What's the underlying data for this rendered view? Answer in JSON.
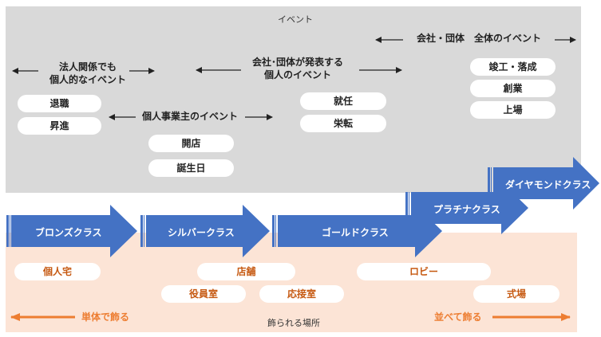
{
  "colors": {
    "event_panel": "#d9d9d9",
    "place_panel": "#fce4d6",
    "arrow_blue": "#4472c4",
    "place_accent": "#ed7d31"
  },
  "events": {
    "title": "イベント",
    "personal_label": [
      "法人関係でも",
      "個人的なイベント"
    ],
    "company_personal_label": [
      "会社･団体が発表する",
      "個人のイベント"
    ],
    "sole_proprietor_label": "個人事業主のイベント",
    "company_label": "会社・団体　全体のイベント",
    "personal_items": [
      "退職",
      "昇進"
    ],
    "sole_items": [
      "開店",
      "誕生日"
    ],
    "company_personal_items": [
      "就任",
      "栄転"
    ],
    "company_items": [
      "竣工・落成",
      "創業",
      "上場"
    ]
  },
  "classes": [
    "ブロンズクラス",
    "シルバークラス",
    "ゴールドクラス",
    "プラチナクラス",
    "ダイヤモンドクラス"
  ],
  "places": {
    "title": "飾られる場所",
    "items": {
      "home": "個人宅",
      "store": "店舗",
      "officer_room": "役員室",
      "reception": "応接室",
      "lobby": "ロビー",
      "venue": "式場"
    },
    "single_label": "単体で飾る",
    "multiple_label": "並べて飾る"
  }
}
